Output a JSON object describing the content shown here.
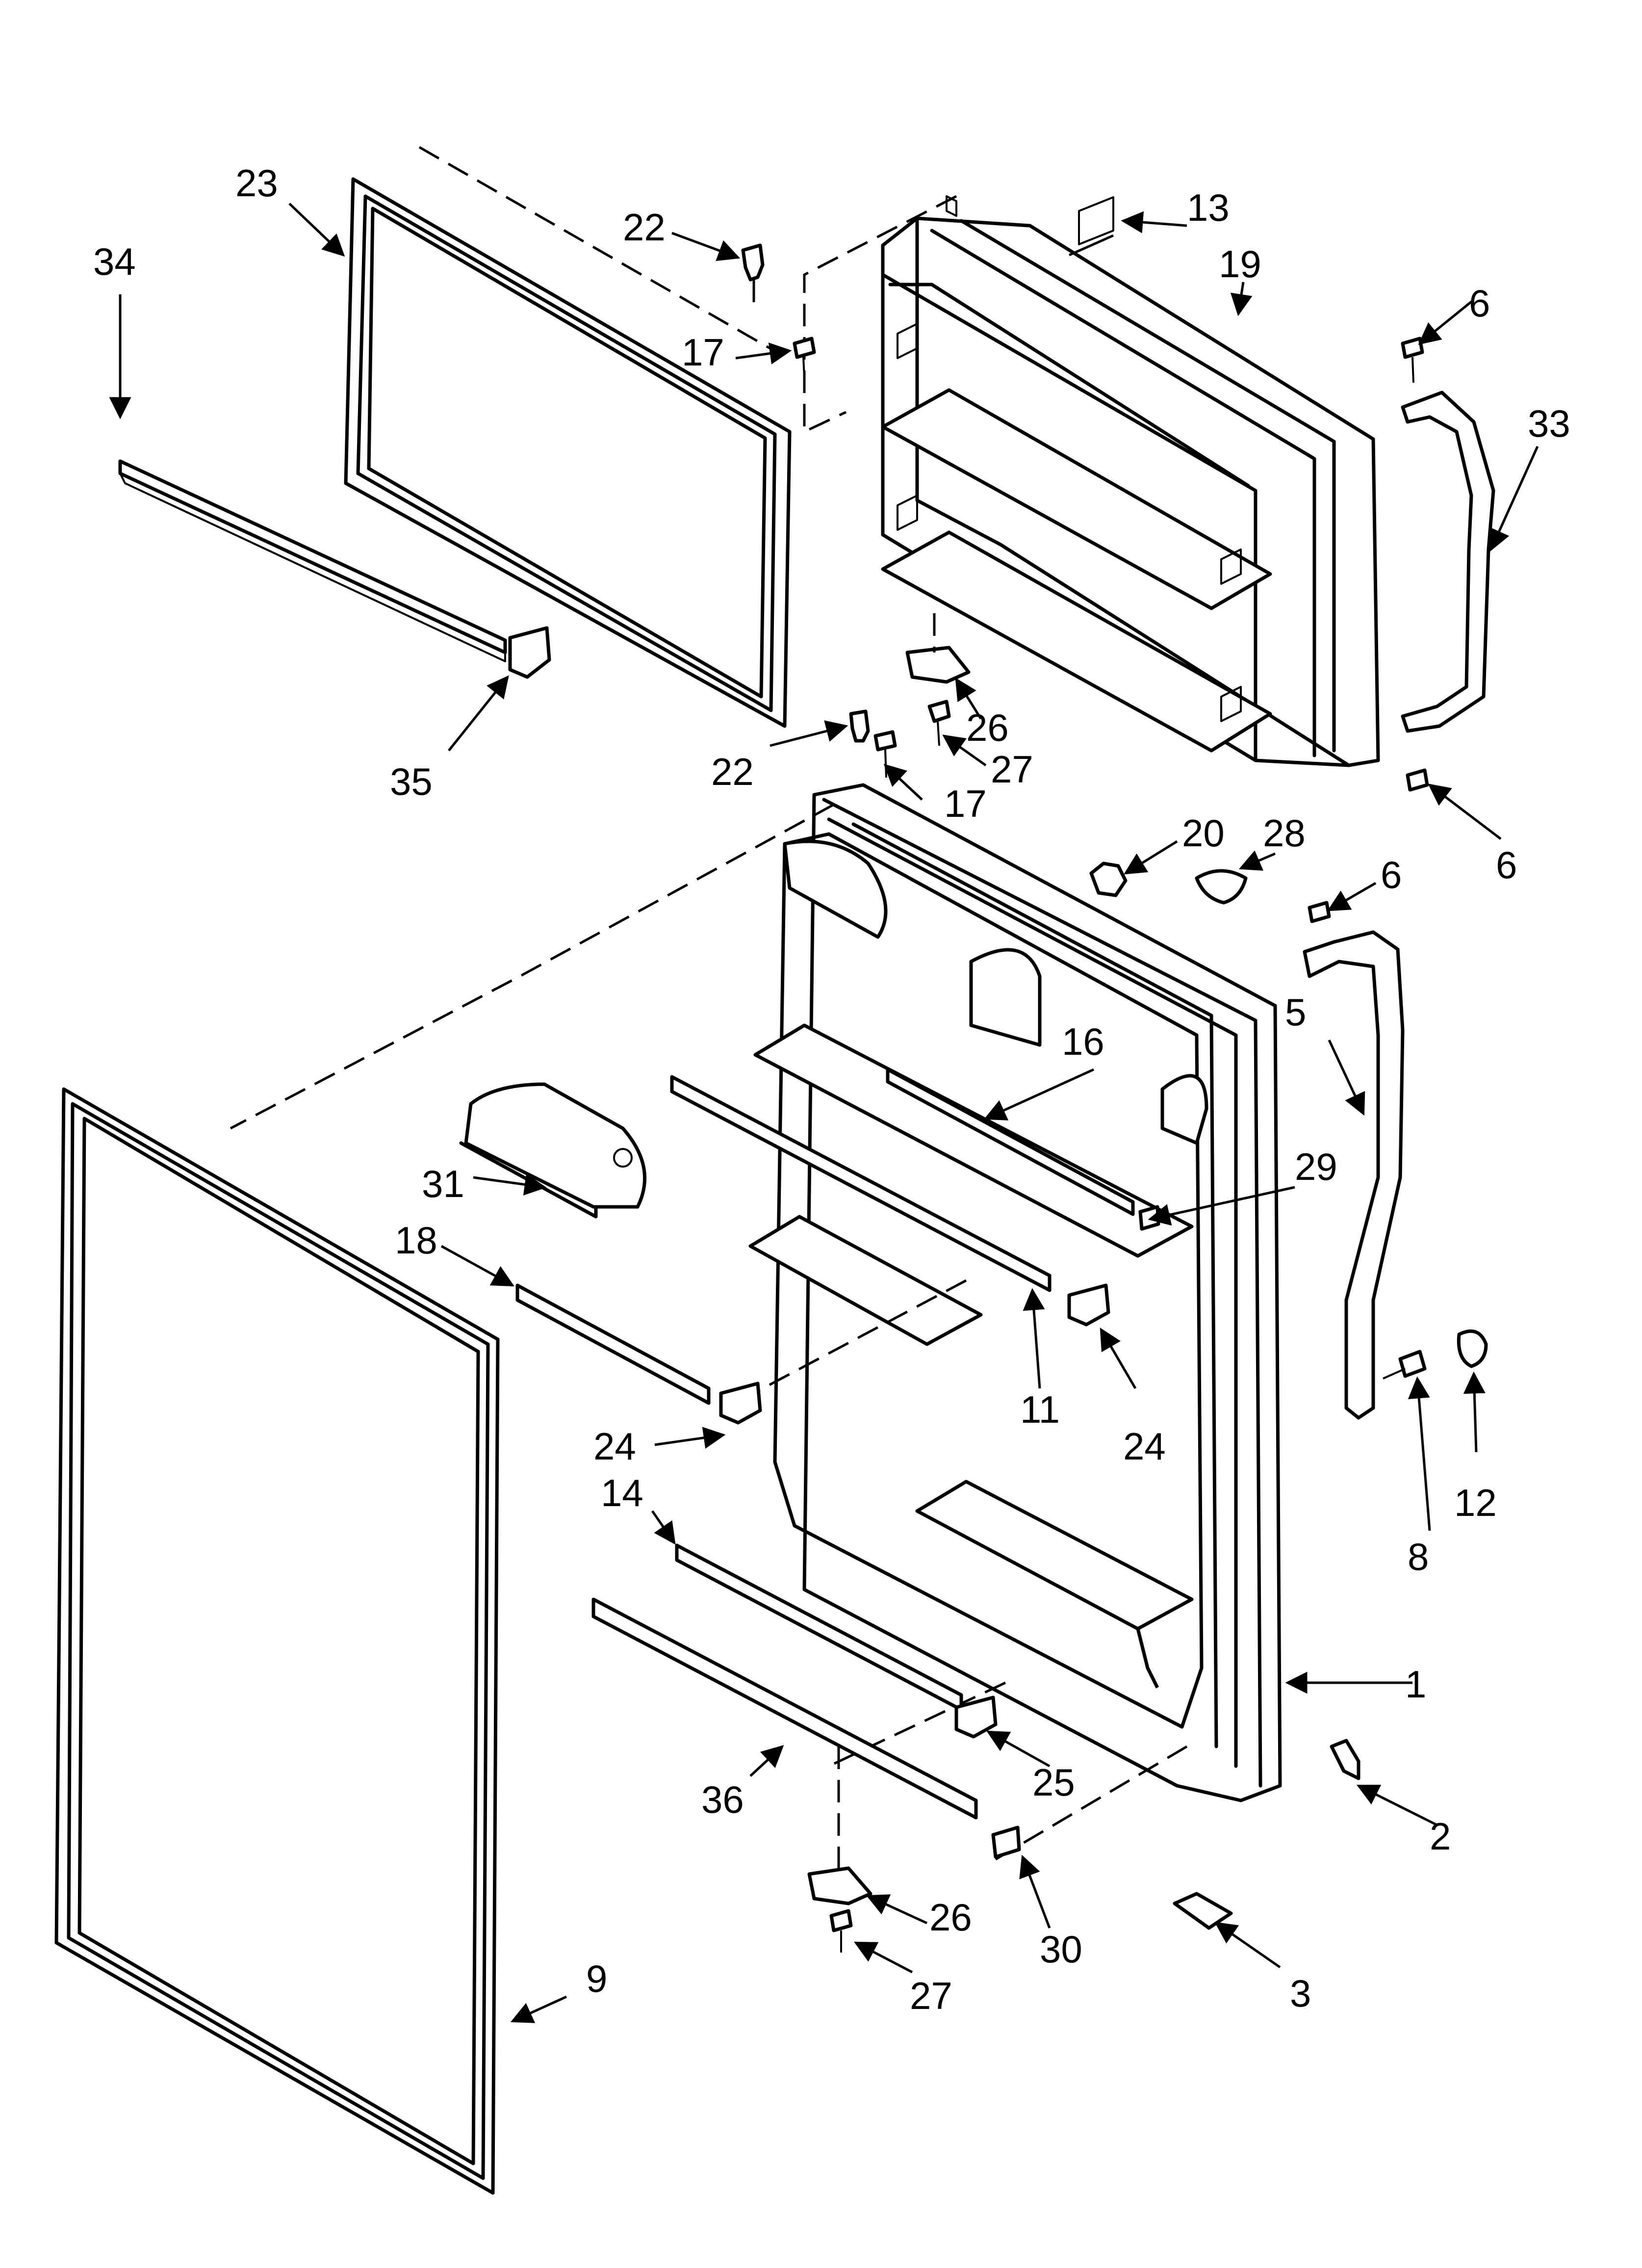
{
  "callouts": [
    {
      "id": "c1",
      "text": "1"
    },
    {
      "id": "c2",
      "text": "2"
    },
    {
      "id": "c3",
      "text": "3"
    },
    {
      "id": "c5",
      "text": "5"
    },
    {
      "id": "c6a",
      "text": "6"
    },
    {
      "id": "c6b",
      "text": "6"
    },
    {
      "id": "c6c",
      "text": "6"
    },
    {
      "id": "c8",
      "text": "8"
    },
    {
      "id": "c9",
      "text": "9"
    },
    {
      "id": "c11",
      "text": "11"
    },
    {
      "id": "c12",
      "text": "12"
    },
    {
      "id": "c13",
      "text": "13"
    },
    {
      "id": "c14",
      "text": "14"
    },
    {
      "id": "c16",
      "text": "16"
    },
    {
      "id": "c17a",
      "text": "17"
    },
    {
      "id": "c17b",
      "text": "17"
    },
    {
      "id": "c18",
      "text": "18"
    },
    {
      "id": "c19",
      "text": "19"
    },
    {
      "id": "c20",
      "text": "20"
    },
    {
      "id": "c22a",
      "text": "22"
    },
    {
      "id": "c22b",
      "text": "22"
    },
    {
      "id": "c23",
      "text": "23"
    },
    {
      "id": "c24a",
      "text": "24"
    },
    {
      "id": "c24b",
      "text": "24"
    },
    {
      "id": "c25",
      "text": "25"
    },
    {
      "id": "c26a",
      "text": "26"
    },
    {
      "id": "c26b",
      "text": "26"
    },
    {
      "id": "c27a",
      "text": "27"
    },
    {
      "id": "c27b",
      "text": "27"
    },
    {
      "id": "c28",
      "text": "28"
    },
    {
      "id": "c29",
      "text": "29"
    },
    {
      "id": "c30",
      "text": "30"
    },
    {
      "id": "c31",
      "text": "31"
    },
    {
      "id": "c33",
      "text": "33"
    },
    {
      "id": "c34",
      "text": "34"
    },
    {
      "id": "c35",
      "text": "35"
    },
    {
      "id": "c36",
      "text": "36"
    }
  ]
}
